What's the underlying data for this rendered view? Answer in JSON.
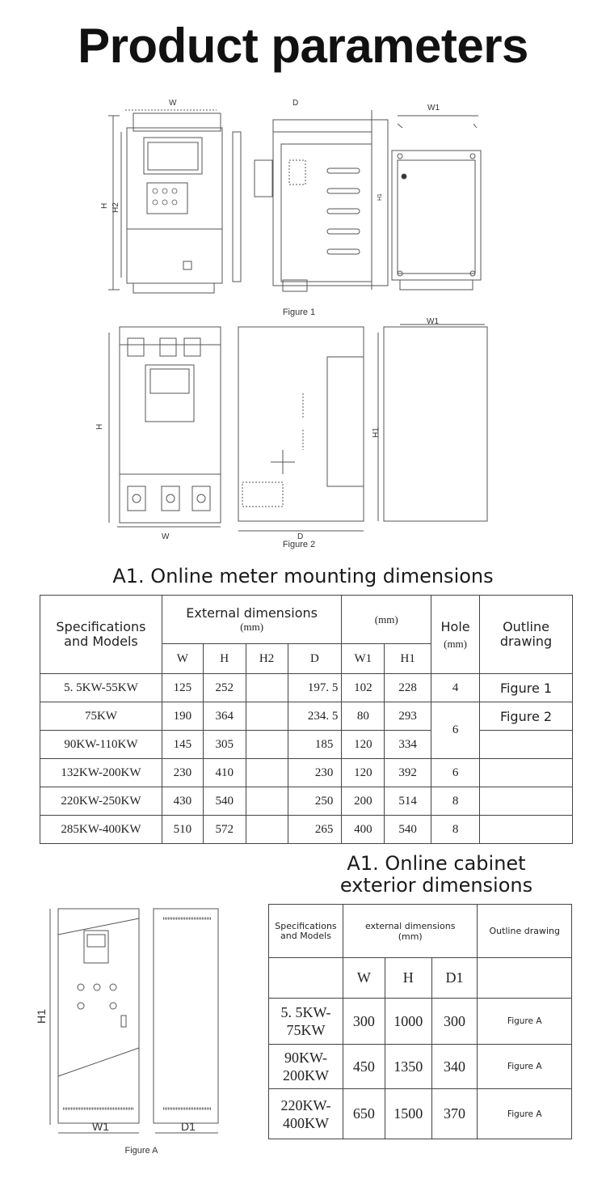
{
  "page_title": "Product parameters",
  "figure1": {
    "label_w": "W",
    "label_d": "D",
    "label_w1": "W1",
    "label_h": "H",
    "label_h2": "H2",
    "label_h1": "H1",
    "caption": "Figure 1"
  },
  "figure2": {
    "label_h": "H",
    "label_w": "W",
    "label_d": "D",
    "label_w1": "W1",
    "label_h1": "H1",
    "caption": "Figure 2"
  },
  "section1_title": "A1. Online meter mounting dimensions",
  "table1": {
    "spec_header": "Specifications and Models",
    "ext_header": "External dimensions",
    "ext_unit": "(mm)",
    "mm_header": "(mm)",
    "hole_header": "Hole",
    "hole_unit": "(mm)",
    "outline_header": "Outline drawing",
    "cols": [
      "W",
      "H",
      "H2",
      "D",
      "W1",
      "H1"
    ],
    "rows": [
      {
        "model": "5. 5KW-55KW",
        "w": "125",
        "h": "252",
        "h2": "",
        "d": "197. 5",
        "w1": "102",
        "h1": "228",
        "hole": "4",
        "outline": "Figure 1"
      },
      {
        "model": "75KW",
        "w": "190",
        "h": "364",
        "h2": "",
        "d": "234. 5",
        "w1": "80",
        "h1": "293",
        "hole": "6",
        "outline": "Figure 2"
      },
      {
        "model": "90KW-110KW",
        "w": "145",
        "h": "305",
        "h2": "",
        "d": "185",
        "w1": "120",
        "h1": "334",
        "outline": ""
      },
      {
        "model": "132KW-200KW",
        "w": "230",
        "h": "410",
        "h2": "",
        "d": "230",
        "w1": "120",
        "h1": "392",
        "hole": "6",
        "outline": ""
      },
      {
        "model": "220KW-250KW",
        "w": "430",
        "h": "540",
        "h2": "",
        "d": "250",
        "w1": "200",
        "h1": "514",
        "hole": "8",
        "outline": ""
      },
      {
        "model": "285KW-400KW",
        "w": "510",
        "h": "572",
        "h2": "",
        "d": "265",
        "w1": "400",
        "h1": "540",
        "hole": "8",
        "outline": ""
      }
    ]
  },
  "section2_title_line1": "A1. Online cabinet",
  "section2_title_line2": "exterior dimensions",
  "figureA": {
    "label_h1": "H1",
    "label_w1": "W1",
    "label_d1": "D1",
    "caption": "Figure A"
  },
  "table2": {
    "spec_header": "Specifications and Models",
    "ext_header": "external dimensions",
    "ext_unit": "(mm)",
    "outline_header": "Outline drawing",
    "cols": [
      "W",
      "H",
      "D1"
    ],
    "rows": [
      {
        "model_line1": "5. 5KW-",
        "model_line2": "75KW",
        "w": "300",
        "h": "1000",
        "d1": "300",
        "outline": "Figure A"
      },
      {
        "model_line1": "90KW-",
        "model_line2": "200KW",
        "w": "450",
        "h": "1350",
        "d1": "340",
        "outline": "Figure A"
      },
      {
        "model_line1": "220KW-",
        "model_line2": "400KW",
        "w": "650",
        "h": "1500",
        "d1": "370",
        "outline": "Figure A"
      }
    ]
  }
}
